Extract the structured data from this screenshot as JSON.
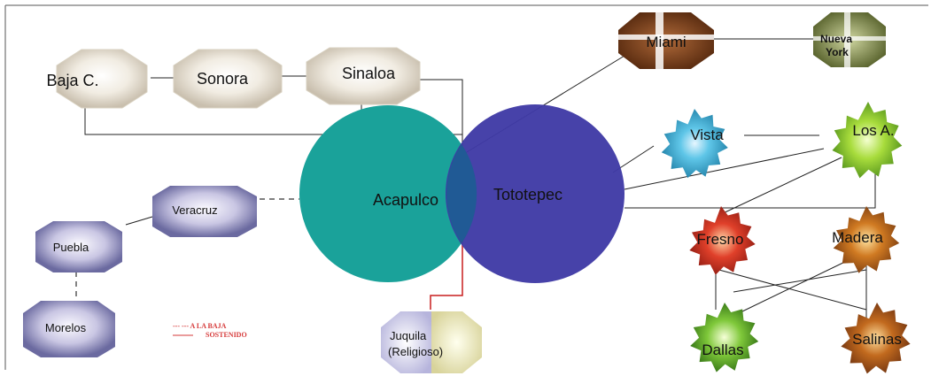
{
  "nodes": {
    "baja_c": "Baja C.",
    "sonora": "Sonora",
    "sinaloa": "Sinaloa",
    "miami": "Miami",
    "nueva_york_line1": "Nueva",
    "nueva_york_line2": "York",
    "vista": "Vista",
    "los_a": "Los A.",
    "acapulco": "Acapulco",
    "tototepec": "Tototepec",
    "veracruz": "Veracruz",
    "puebla": "Puebla",
    "morelos": "Morelos",
    "fresno": "Fresno",
    "madera": "Madera",
    "dallas": "Dallas",
    "salinas": "Salinas",
    "juquila_line1": "Juquila",
    "juquila_line2": "(Religioso)"
  },
  "legend": {
    "dashed": "--- --- A LA BAJA",
    "solid": "SOSTENIDO"
  },
  "colors": {
    "acapulco": "#1aa29a",
    "tototepec": "#3f3aa6",
    "legend_red": "#d63a3a"
  }
}
